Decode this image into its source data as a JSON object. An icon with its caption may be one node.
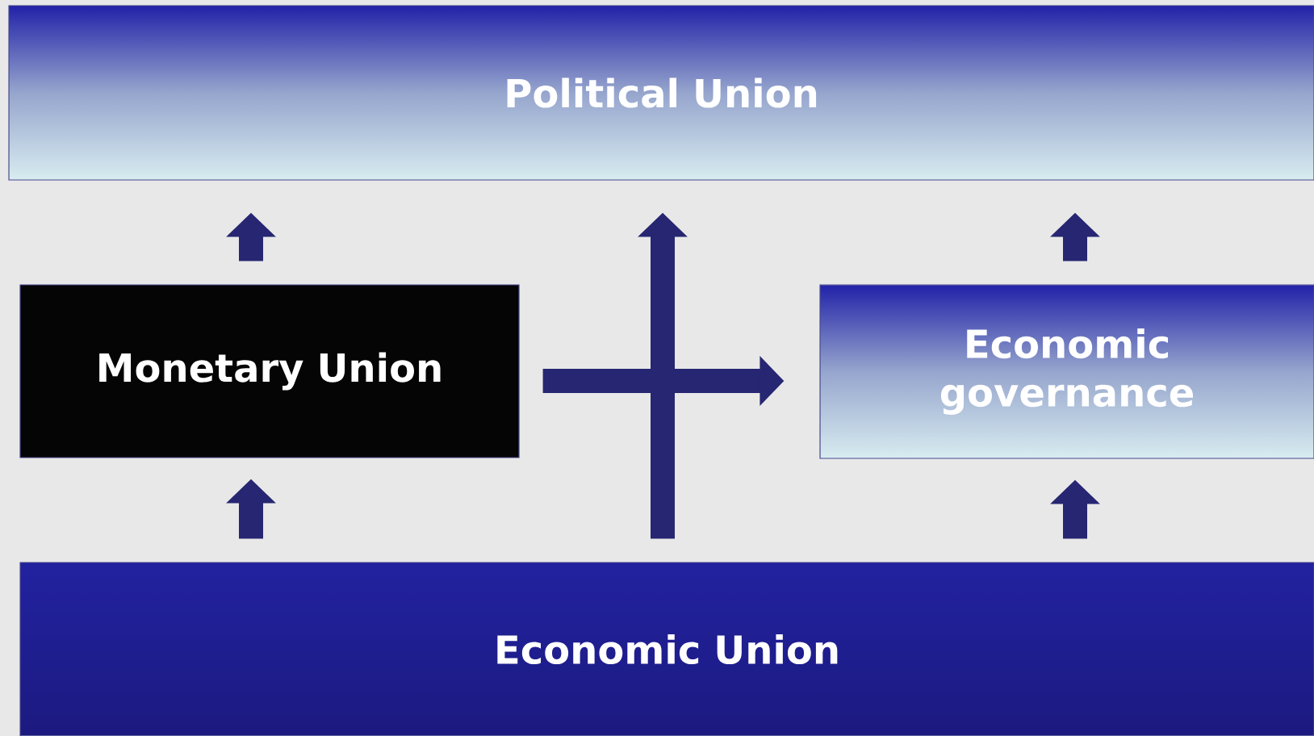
{
  "diagram": {
    "nodes": [
      {
        "text": [
          "Political Union"
        ]
      },
      {
        "text": [
          "Monetary Union"
        ]
      },
      {
        "text": [
          "Economic governance"
        ]
      },
      {
        "text": [
          "Economic Union"
        ]
      }
    ],
    "edges": [
      {
        "from": 1,
        "to": 0,
        "arrow": "to"
      },
      {
        "from": 2,
        "to": 0,
        "arrow": "to"
      },
      {
        "from": 3,
        "to": 0,
        "arrow": "to"
      },
      {
        "from": 1,
        "to": 2,
        "arrow": "to"
      },
      {
        "from": 3,
        "to": 1,
        "arrow": "to"
      },
      {
        "from": 3,
        "to": 2,
        "arrow": "to"
      }
    ]
  }
}
